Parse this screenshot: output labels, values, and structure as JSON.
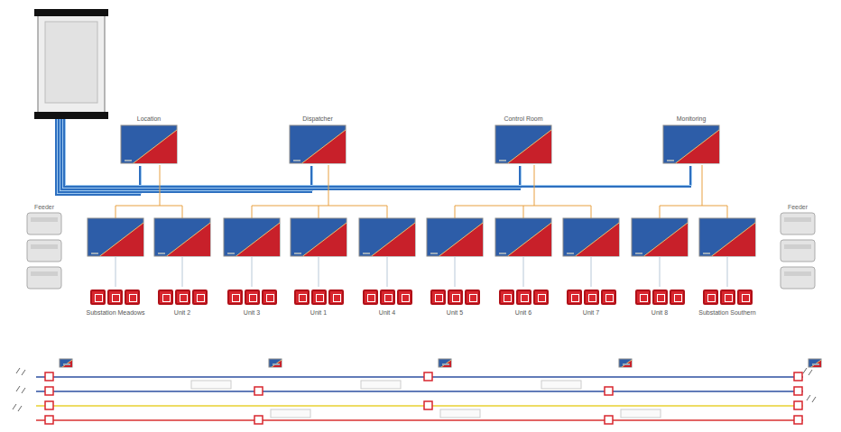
{
  "diagram": {
    "nodes": [
      {
        "text": [
          "Location"
        ]
      },
      {
        "text": [
          "Dispatcher"
        ]
      },
      {
        "text": [
          "Control Room"
        ]
      },
      {
        "text": [
          "Monitoring"
        ]
      },
      {
        "text": [
          "Substation Meadows"
        ]
      },
      {
        "text": [
          "Unit 2"
        ]
      },
      {
        "text": [
          "Unit 3"
        ]
      },
      {
        "text": [
          "Unit 1"
        ]
      },
      {
        "text": [
          "Unit 4"
        ]
      },
      {
        "text": [
          "Unit 5"
        ]
      },
      {
        "text": [
          "Unit 6"
        ]
      },
      {
        "text": [
          "Unit 7"
        ]
      },
      {
        "text": [
          "Unit 8"
        ]
      },
      {
        "text": [
          "Substation Southern"
        ]
      }
    ],
    "labels": [
      "Feeder",
      "Feeder"
    ]
  }
}
